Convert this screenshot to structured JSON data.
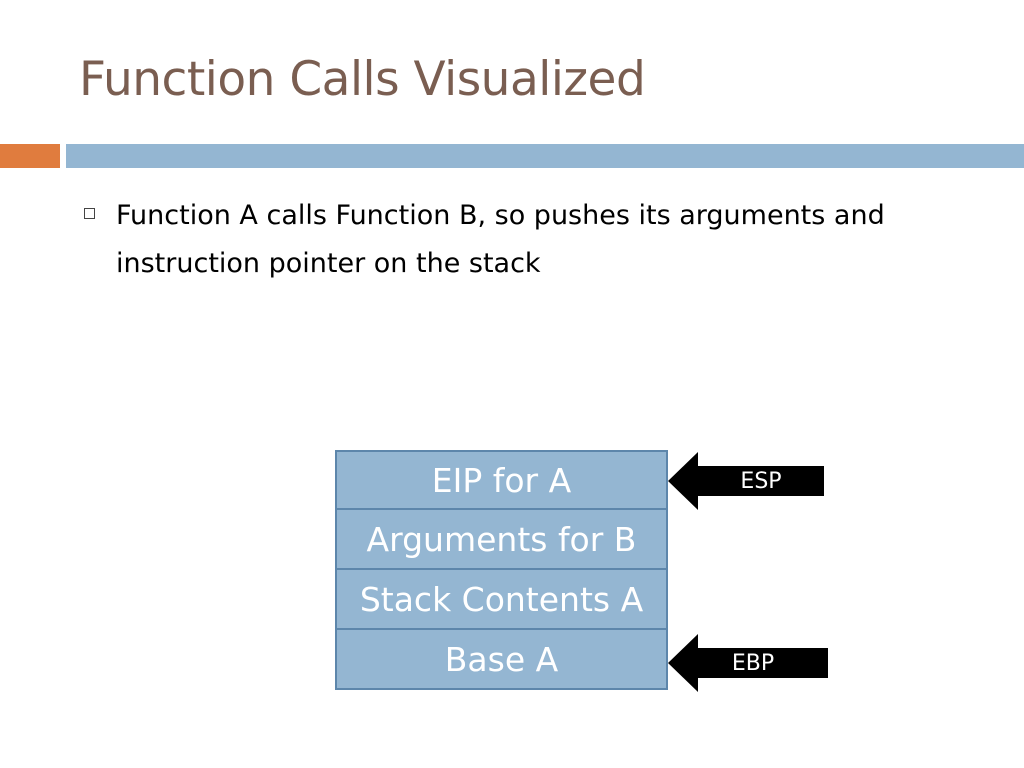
{
  "slide": {
    "title": "Function Calls Visualized",
    "bullets": [
      {
        "text": "Function A calls Function B, so pushes its arguments and instruction pointer on the stack"
      }
    ]
  },
  "stack": {
    "cells": [
      {
        "label": "EIP for A"
      },
      {
        "label": "Arguments for B"
      },
      {
        "label": "Stack Contents A"
      },
      {
        "label": "Base A"
      }
    ]
  },
  "pointers": {
    "esp": {
      "label": "ESP"
    },
    "ebp": {
      "label": "EBP"
    }
  },
  "colors": {
    "title": "#7a5e51",
    "accent_orange": "#e07c3e",
    "accent_blue": "#94b6d2",
    "stack_cell_fill": "#94b6d2",
    "stack_cell_border": "#5d86ab",
    "pointer_fill": "#000000"
  }
}
